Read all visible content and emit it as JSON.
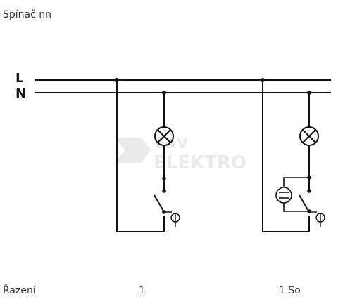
{
  "title": "Spínač nn",
  "buses": {
    "l_label": "L",
    "n_label": "N"
  },
  "watermark": {
    "top": "E&V",
    "bottom": "ELEKTRO"
  },
  "footer": {
    "label": "Řazení",
    "circuit1": "1",
    "circuit2": "1 So"
  },
  "colors": {
    "line": "#111111",
    "watermark": "#eaeaea"
  },
  "icons": [
    "lamp-icon",
    "switch-icon",
    "pushbutton-icon",
    "capacitor-icon"
  ]
}
